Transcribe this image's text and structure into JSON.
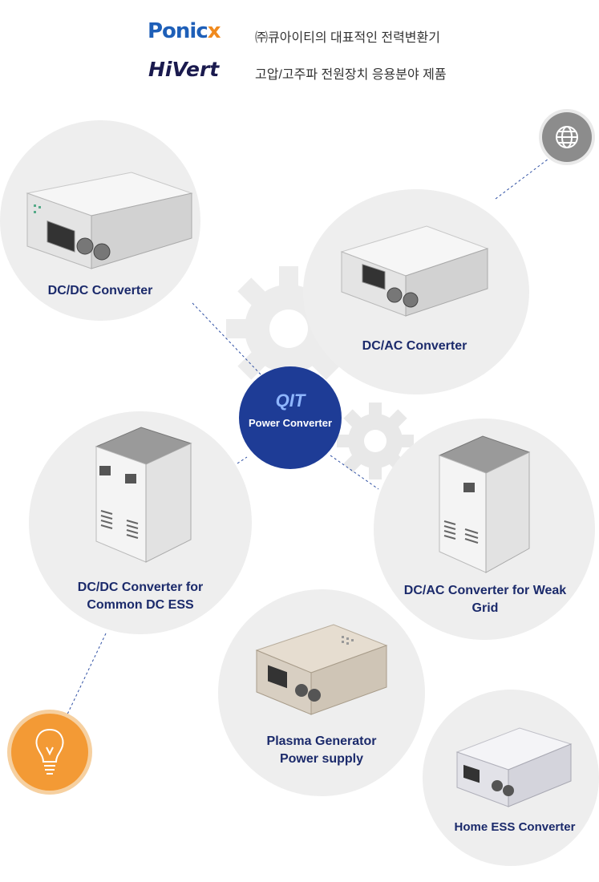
{
  "brands": [
    {
      "logo": "Ponicx",
      "logo_main": "Ponic",
      "logo_accent": "x",
      "description": "㈜큐아이티의 대표적인 전력변환기"
    },
    {
      "logo": "HiVert",
      "description": "고압/고주파 전원장치 응용분야 제품"
    }
  ],
  "hub": {
    "brand": "QIT",
    "title": "Power Converter"
  },
  "products": [
    {
      "label": "DC/DC Converter"
    },
    {
      "label": "DC/AC Converter"
    },
    {
      "label": "DC/DC Converter for Common DC ESS"
    },
    {
      "label": "DC/AC Converter for Weak Grid"
    },
    {
      "label": "Plasma Generator Power supply"
    },
    {
      "label": "Home ESS Converter"
    }
  ],
  "icons": {
    "globe": "globe-icon",
    "bulb": "lightbulb-icon"
  },
  "colors": {
    "hub": "#1e3c96",
    "label": "#1b2a6b",
    "circle": "#eeeeee",
    "globe_bg": "#8c8c8c",
    "bulb_bg": "#f39a35"
  }
}
